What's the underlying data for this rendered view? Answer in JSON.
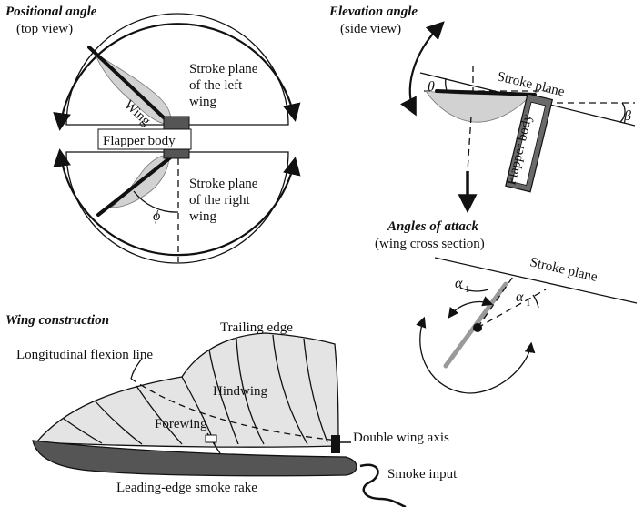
{
  "positional": {
    "title": "Positional angle",
    "subtitle": "(top view)",
    "wing_label": "Wing",
    "left_plane": [
      "Stroke plane",
      "of the left",
      "wing"
    ],
    "body_label": "Flapper body",
    "right_plane": [
      "Stroke plane",
      "of the right",
      "wing"
    ],
    "angle_symbol": "ϕ"
  },
  "elevation": {
    "title": "Elevation angle",
    "subtitle": "(side view)",
    "theta_symbol": "θ",
    "beta_symbol": "β",
    "plane_label": "Stroke plane",
    "body_label": "Flapper body"
  },
  "attack": {
    "title": "Angles of attack",
    "subtitle": "(wing cross section)",
    "plane_label": "Stroke plane",
    "alpha_symbol": "α",
    "alpha_subscript": "1"
  },
  "construction": {
    "title": "Wing construction",
    "trailing_edge": "Trailing edge",
    "flexion_line": "Longitudinal flexion line",
    "hindwing": "Hindwing",
    "forewing": "Forewing",
    "double_axis": "Double wing axis",
    "smoke_rake": "Leading-edge smoke rake",
    "smoke_input": "Smoke input"
  },
  "colors": {
    "ink": "#111111",
    "membrane": "#d2d2d2",
    "body": "#6a6a6a"
  }
}
